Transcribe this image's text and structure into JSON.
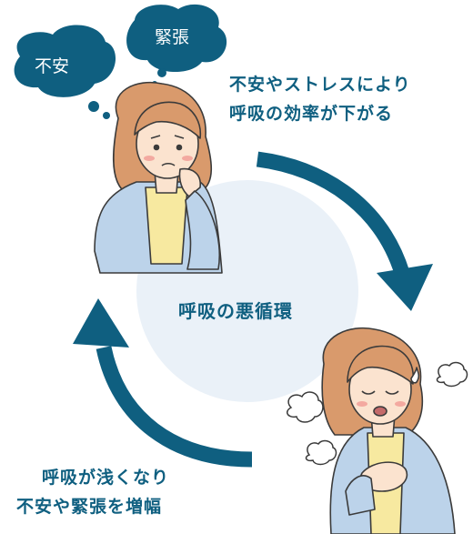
{
  "bubbles": {
    "anxiety": "不安",
    "tension": "緊張"
  },
  "captions": {
    "top_right_line1": "不安やストレスにより",
    "top_right_line2": "呼吸の効率が下がる",
    "center": "呼吸の悪循環",
    "bottom_left_line1": "呼吸が浅くなり",
    "bottom_left_line2": "不安や緊張を増幅"
  },
  "colors": {
    "accent": "#0f5f80",
    "circle": "#eaf1f8",
    "hair": "#d99a6c",
    "skin": "#fbe3cf",
    "cardigan": "#bcd3ea",
    "shirt": "#f7e9a0",
    "cheek": "#f3a9a0"
  }
}
